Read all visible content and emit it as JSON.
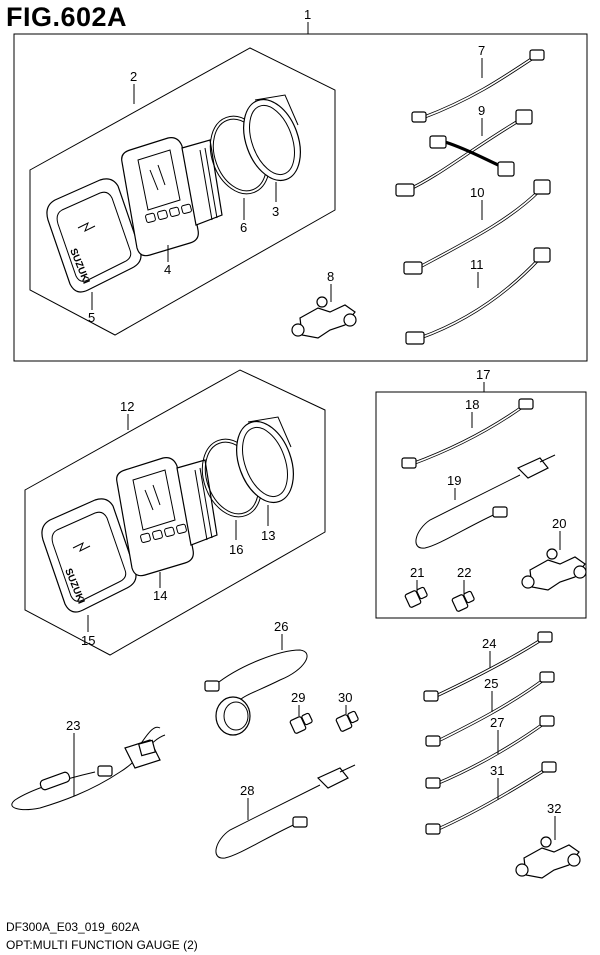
{
  "figure": {
    "title": "FIG.602A",
    "footer_code": "DF300A_E03_019_602A",
    "footer_desc": "OPT:MULTI FUNCTION GAUGE (2)"
  },
  "callouts": [
    "1",
    "2",
    "3",
    "4",
    "5",
    "6",
    "7",
    "8",
    "9",
    "10",
    "11",
    "12",
    "13",
    "14",
    "15",
    "16",
    "17",
    "18",
    "19",
    "20",
    "21",
    "22",
    "23",
    "24",
    "25",
    "26",
    "27",
    "28",
    "29",
    "30",
    "31",
    "32"
  ],
  "logo_text": "SUZUKI"
}
